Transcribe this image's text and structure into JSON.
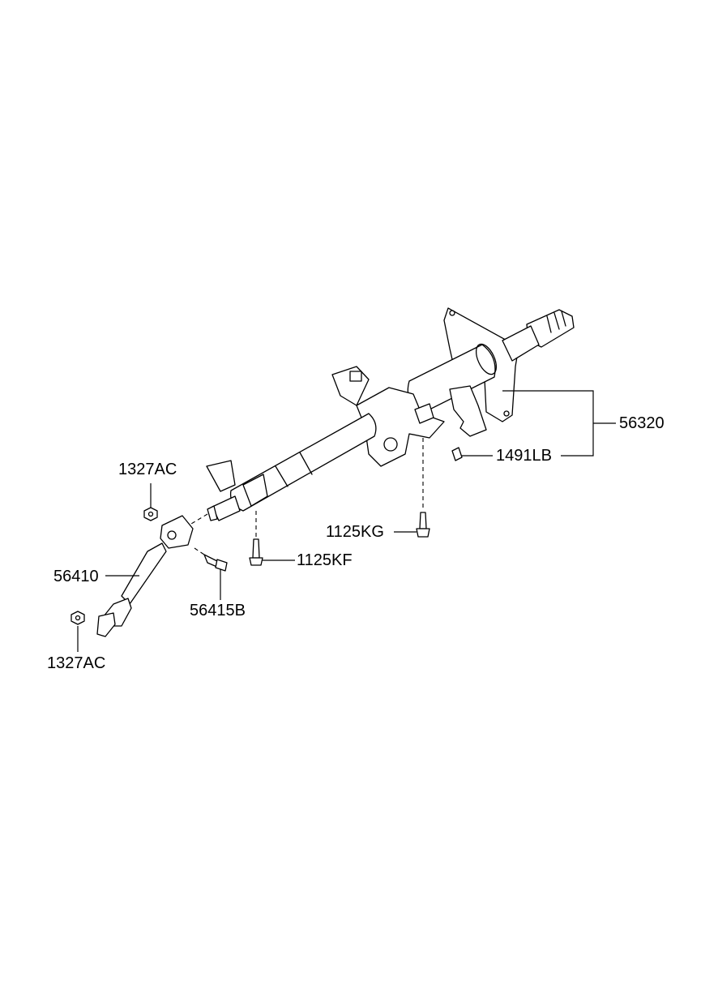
{
  "diagram": {
    "labels": {
      "p56320": "56320",
      "p1491LB": "1491LB",
      "p1125KG": "1125KG",
      "p1125KF": "1125KF",
      "p1327AC_top": "1327AC",
      "p56410": "56410",
      "p56415B": "56415B",
      "p1327AC_bottom": "1327AC"
    }
  }
}
